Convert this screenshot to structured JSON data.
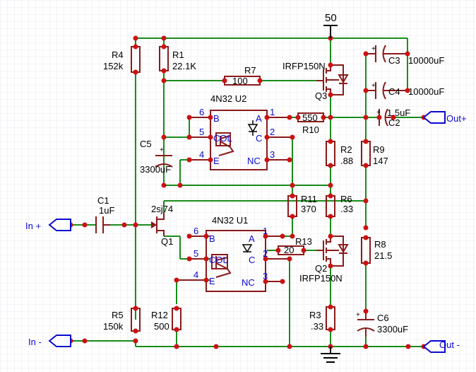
{
  "colors": {
    "grid": "#d8d8e6",
    "wire": "#1a8c1a",
    "component": "#8b1a1a",
    "junction": "#cc1111",
    "pin_text": "#0a0ad0",
    "port": "#0a0ad0"
  },
  "supply": {
    "label": "50"
  },
  "ports": {
    "in_plus": "In +",
    "in_minus": "In -",
    "out_plus": "Out+",
    "out_minus": "Out -"
  },
  "resistors": [
    {
      "ref": "R1",
      "value": "22.1K"
    },
    {
      "ref": "R2",
      "value": ".88"
    },
    {
      "ref": "R3",
      "value": ".33"
    },
    {
      "ref": "R4",
      "value": "152k"
    },
    {
      "ref": "R5",
      "value": "150k"
    },
    {
      "ref": "R6",
      "value": ".33"
    },
    {
      "ref": "R7",
      "value": "100"
    },
    {
      "ref": "R8",
      "value": "21.5"
    },
    {
      "ref": "R9",
      "value": "147"
    },
    {
      "ref": "R10",
      "value": "550"
    },
    {
      "ref": "R11",
      "value": "370"
    },
    {
      "ref": "R12",
      "value": "500"
    },
    {
      "ref": "R13",
      "value": "20"
    }
  ],
  "capacitors": [
    {
      "ref": "C1",
      "value": "1uF"
    },
    {
      "ref": "C2",
      "value": "1.5uF"
    },
    {
      "ref": "C3",
      "value": "10000uF"
    },
    {
      "ref": "C4",
      "value": "10000uF"
    },
    {
      "ref": "C5",
      "value": "3300uF"
    },
    {
      "ref": "C6",
      "value": "3300uF"
    }
  ],
  "transistors": [
    {
      "ref": "Q1",
      "part": "2sj74"
    },
    {
      "ref": "Q2",
      "part": "IRFP150N"
    },
    {
      "ref": "Q3",
      "part": "IRFP150N"
    }
  ],
  "optocouplers": [
    {
      "ref": "U2",
      "part": "4N32 U2",
      "pins": {
        "p1": "1",
        "p2": "2",
        "p3": "3",
        "p4": "4",
        "p5": "5",
        "p6": "6"
      },
      "labels": {
        "a": "A",
        "c": "C",
        "nc": "NC",
        "b": "B",
        "col": "COL",
        "e": "E"
      }
    },
    {
      "ref": "U1",
      "part": "4N32 U1",
      "pins": {
        "p1": "1",
        "p2": "2",
        "p3": "3",
        "p4": "4",
        "p5": "5",
        "p6": "6"
      },
      "labels": {
        "a": "A",
        "c": "C",
        "nc": "NC",
        "b": "B",
        "col": "COL",
        "e": "E"
      }
    }
  ]
}
